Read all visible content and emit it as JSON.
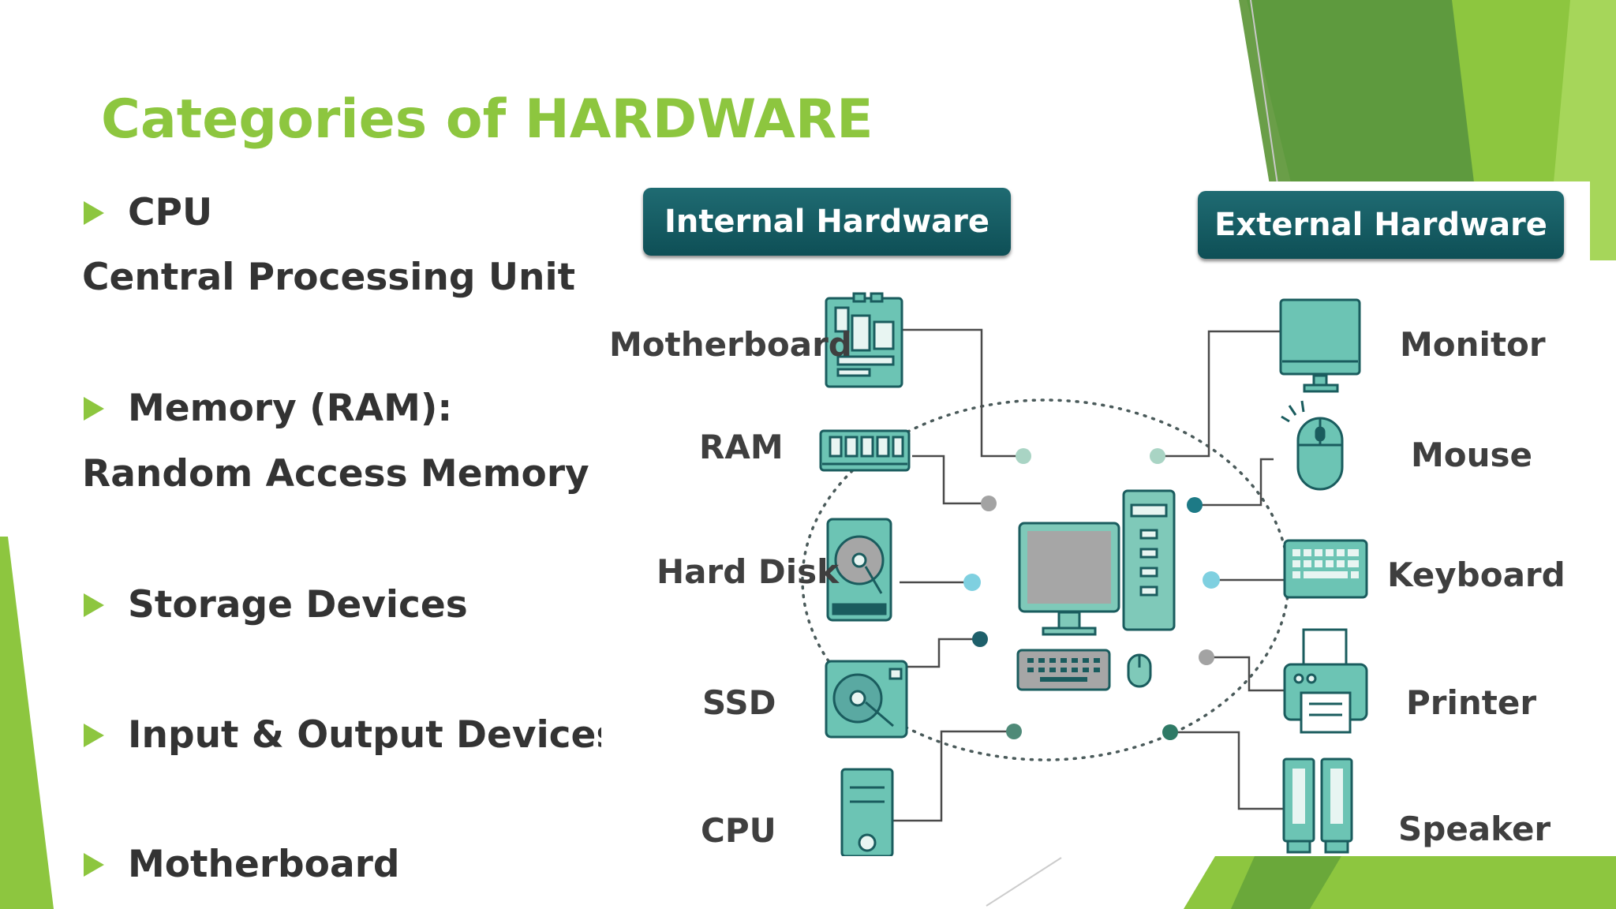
{
  "slide": {
    "title": "Categories of HARDWARE",
    "bullets": [
      {
        "label": "CPU",
        "sub": "Central Processing Unit"
      },
      {
        "label": "Memory (RAM):",
        "sub": "Random Access Memory"
      },
      {
        "label": "Storage Devices",
        "sub": ""
      },
      {
        "label": "Input & Output Devices",
        "sub": ""
      },
      {
        "label": "Motherboard",
        "sub": ""
      }
    ],
    "accent_color": "#8dc63f"
  },
  "diagram": {
    "internal_header": "Internal Hardware",
    "external_header": "External Hardware",
    "internal_items": [
      "Motherboard",
      "RAM",
      "Hard Disk",
      "SSD",
      "CPU"
    ],
    "external_items": [
      "Monitor",
      "Mouse",
      "Keyboard",
      "Printer",
      "Speaker"
    ],
    "header_color": "#16606a",
    "icon_color": "#6cc4b4",
    "icon_outline": "#1a5c5e"
  }
}
